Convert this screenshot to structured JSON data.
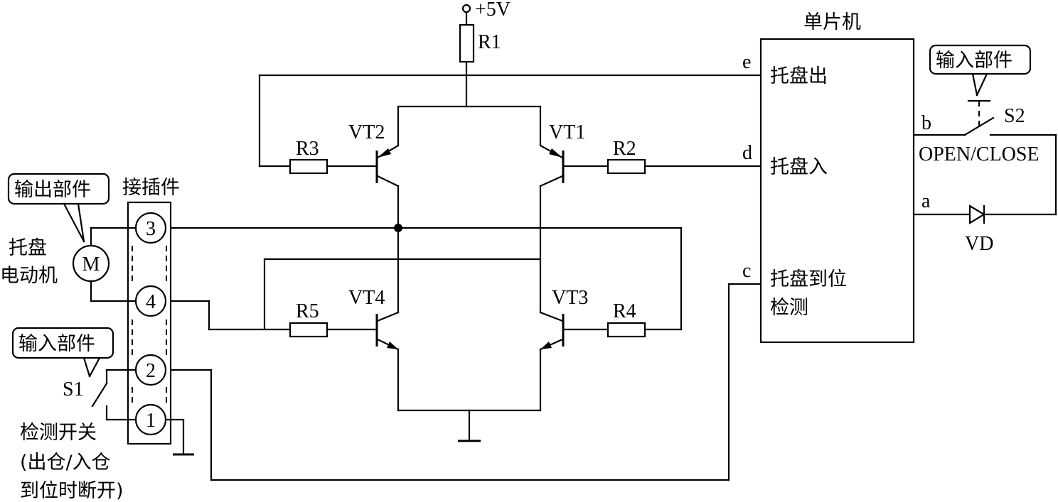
{
  "power": {
    "label": "+5V"
  },
  "resistors": {
    "r1": "R1",
    "r2": "R2",
    "r3": "R3",
    "r4": "R4",
    "r5": "R5"
  },
  "transistors": {
    "vt1": "VT1",
    "vt2": "VT2",
    "vt3": "VT3",
    "vt4": "VT4"
  },
  "mcu": {
    "title": "单片机",
    "pin_e": {
      "letter": "e",
      "label": "托盘出"
    },
    "pin_d": {
      "letter": "d",
      "label": "托盘入"
    },
    "pin_c": {
      "letter": "c",
      "label_line1": "托盘到位",
      "label_line2": "检测"
    },
    "pin_b": {
      "letter": "b"
    },
    "pin_a": {
      "letter": "a"
    }
  },
  "switch_s2": {
    "name": "S2",
    "label": "OPEN/CLOSE",
    "callout": "输入部件"
  },
  "led": {
    "name": "VD"
  },
  "motor": {
    "symbol": "M",
    "label_line1": "托盘",
    "label_line2": "电动机",
    "callout": "输出部件"
  },
  "connector": {
    "title": "接插件",
    "pins": [
      "3",
      "4",
      "2",
      "1"
    ]
  },
  "switch_s1": {
    "name": "S1",
    "callout": "输入部件",
    "label_line1": "检测开关",
    "label_line2": "(出仓/入仓",
    "label_line3": "到位时断开)"
  }
}
